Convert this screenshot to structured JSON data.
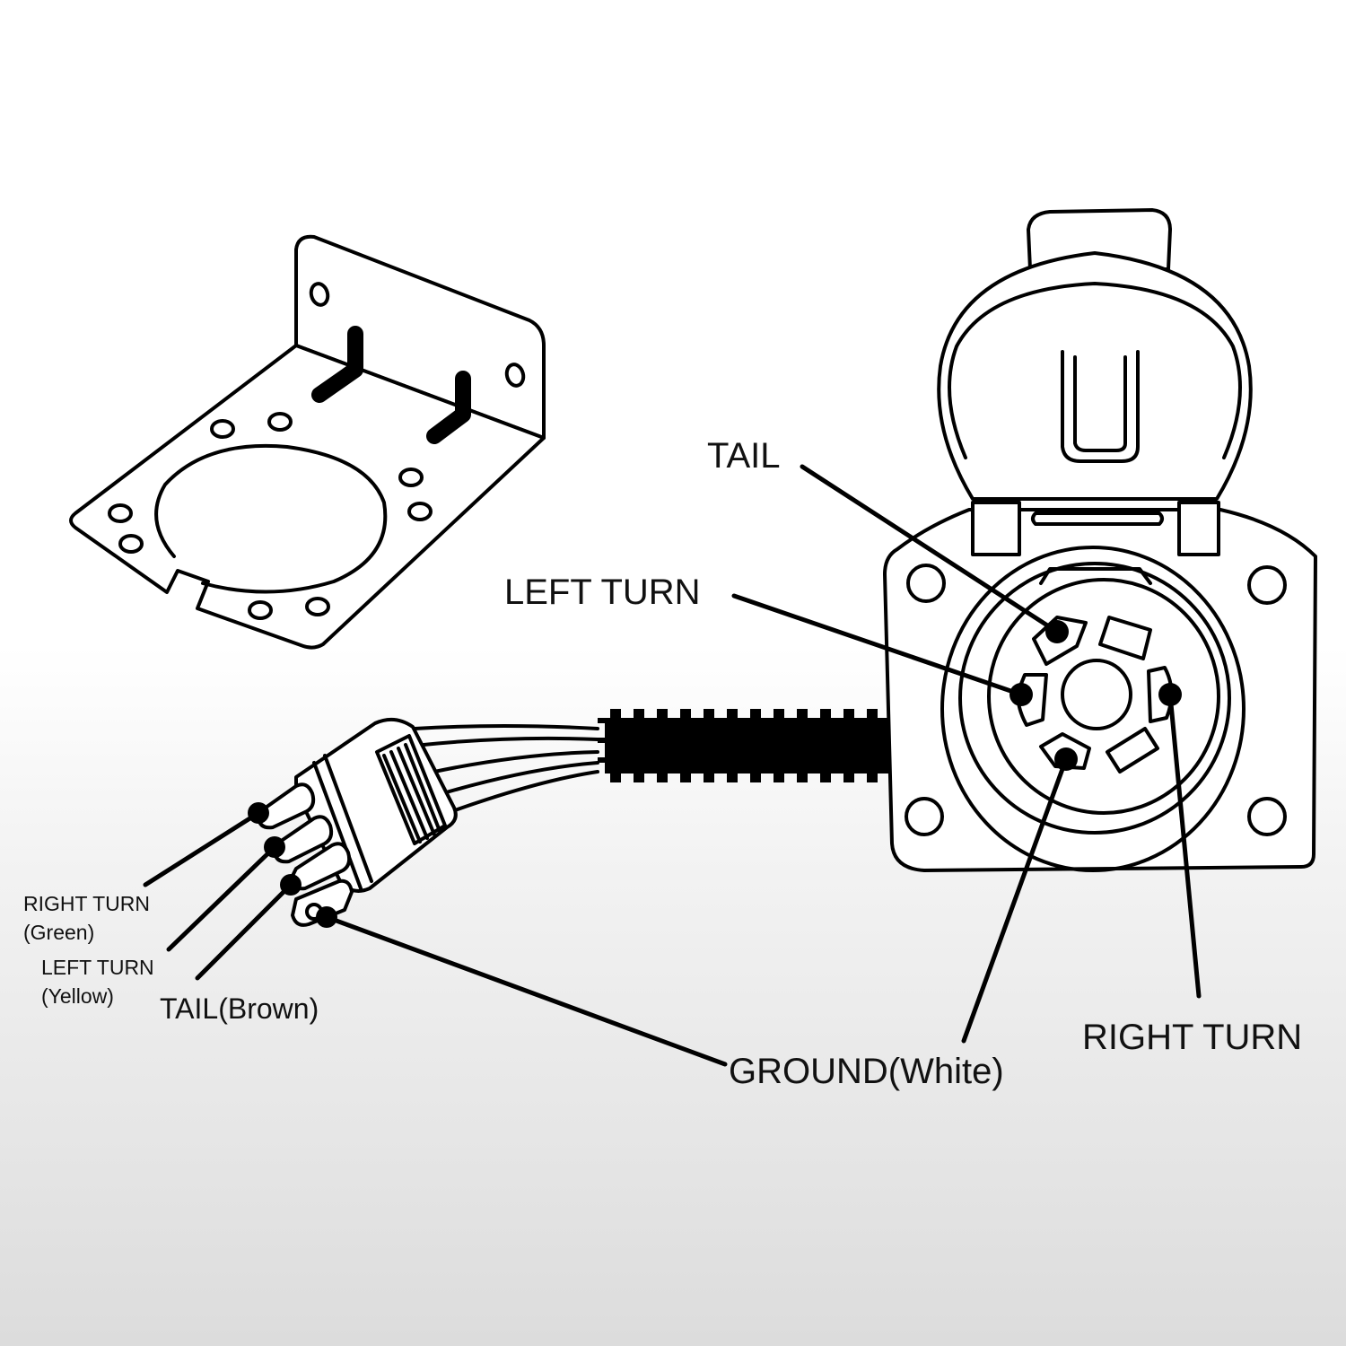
{
  "labels": {
    "tail": "TAIL",
    "left_turn": "LEFT TURN",
    "right_turn": "RIGHT TURN",
    "ground_white": "GROUND(White)",
    "right_turn_green_1": "RIGHT TURN",
    "right_turn_green_2": "(Green)",
    "left_turn_yellow_1": "LEFT TURN",
    "left_turn_yellow_2": "(Yellow)",
    "tail_brown": "TAIL(Brown)"
  }
}
